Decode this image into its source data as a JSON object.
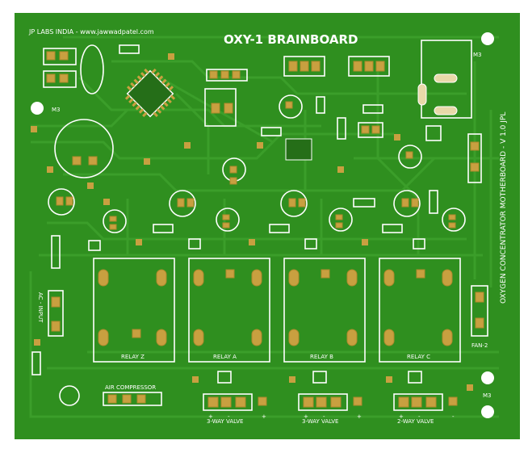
{
  "board": {
    "title": "OXY-1 BRAINBOARD",
    "credit": "JP LABS INDIA  -  www.jawwadpatel.com",
    "side_text": "OXYGEN CONCENTRATOR MOTHERBOARD  -  V 1.0  JPL",
    "mount_label_1": "M3",
    "mount_label_2": "M3",
    "mount_label_3": "M3",
    "relays": [
      "RELAY Z",
      "RELAY A",
      "RELAY B",
      "RELAY C"
    ],
    "air_compressor": "AIR COMPRESSOR",
    "ac_input": "AC - INPUT",
    "fan": "FAN-2",
    "valves": [
      "3-WAY VALVE",
      "3-WAY VALVE",
      "2-WAY VALVE"
    ],
    "plus": "+",
    "minus": "-",
    "colors": {
      "board": "#2f8f1f",
      "trace": "#3b9e2a",
      "pad": "#c8a040",
      "silk": "#ffffff"
    }
  }
}
